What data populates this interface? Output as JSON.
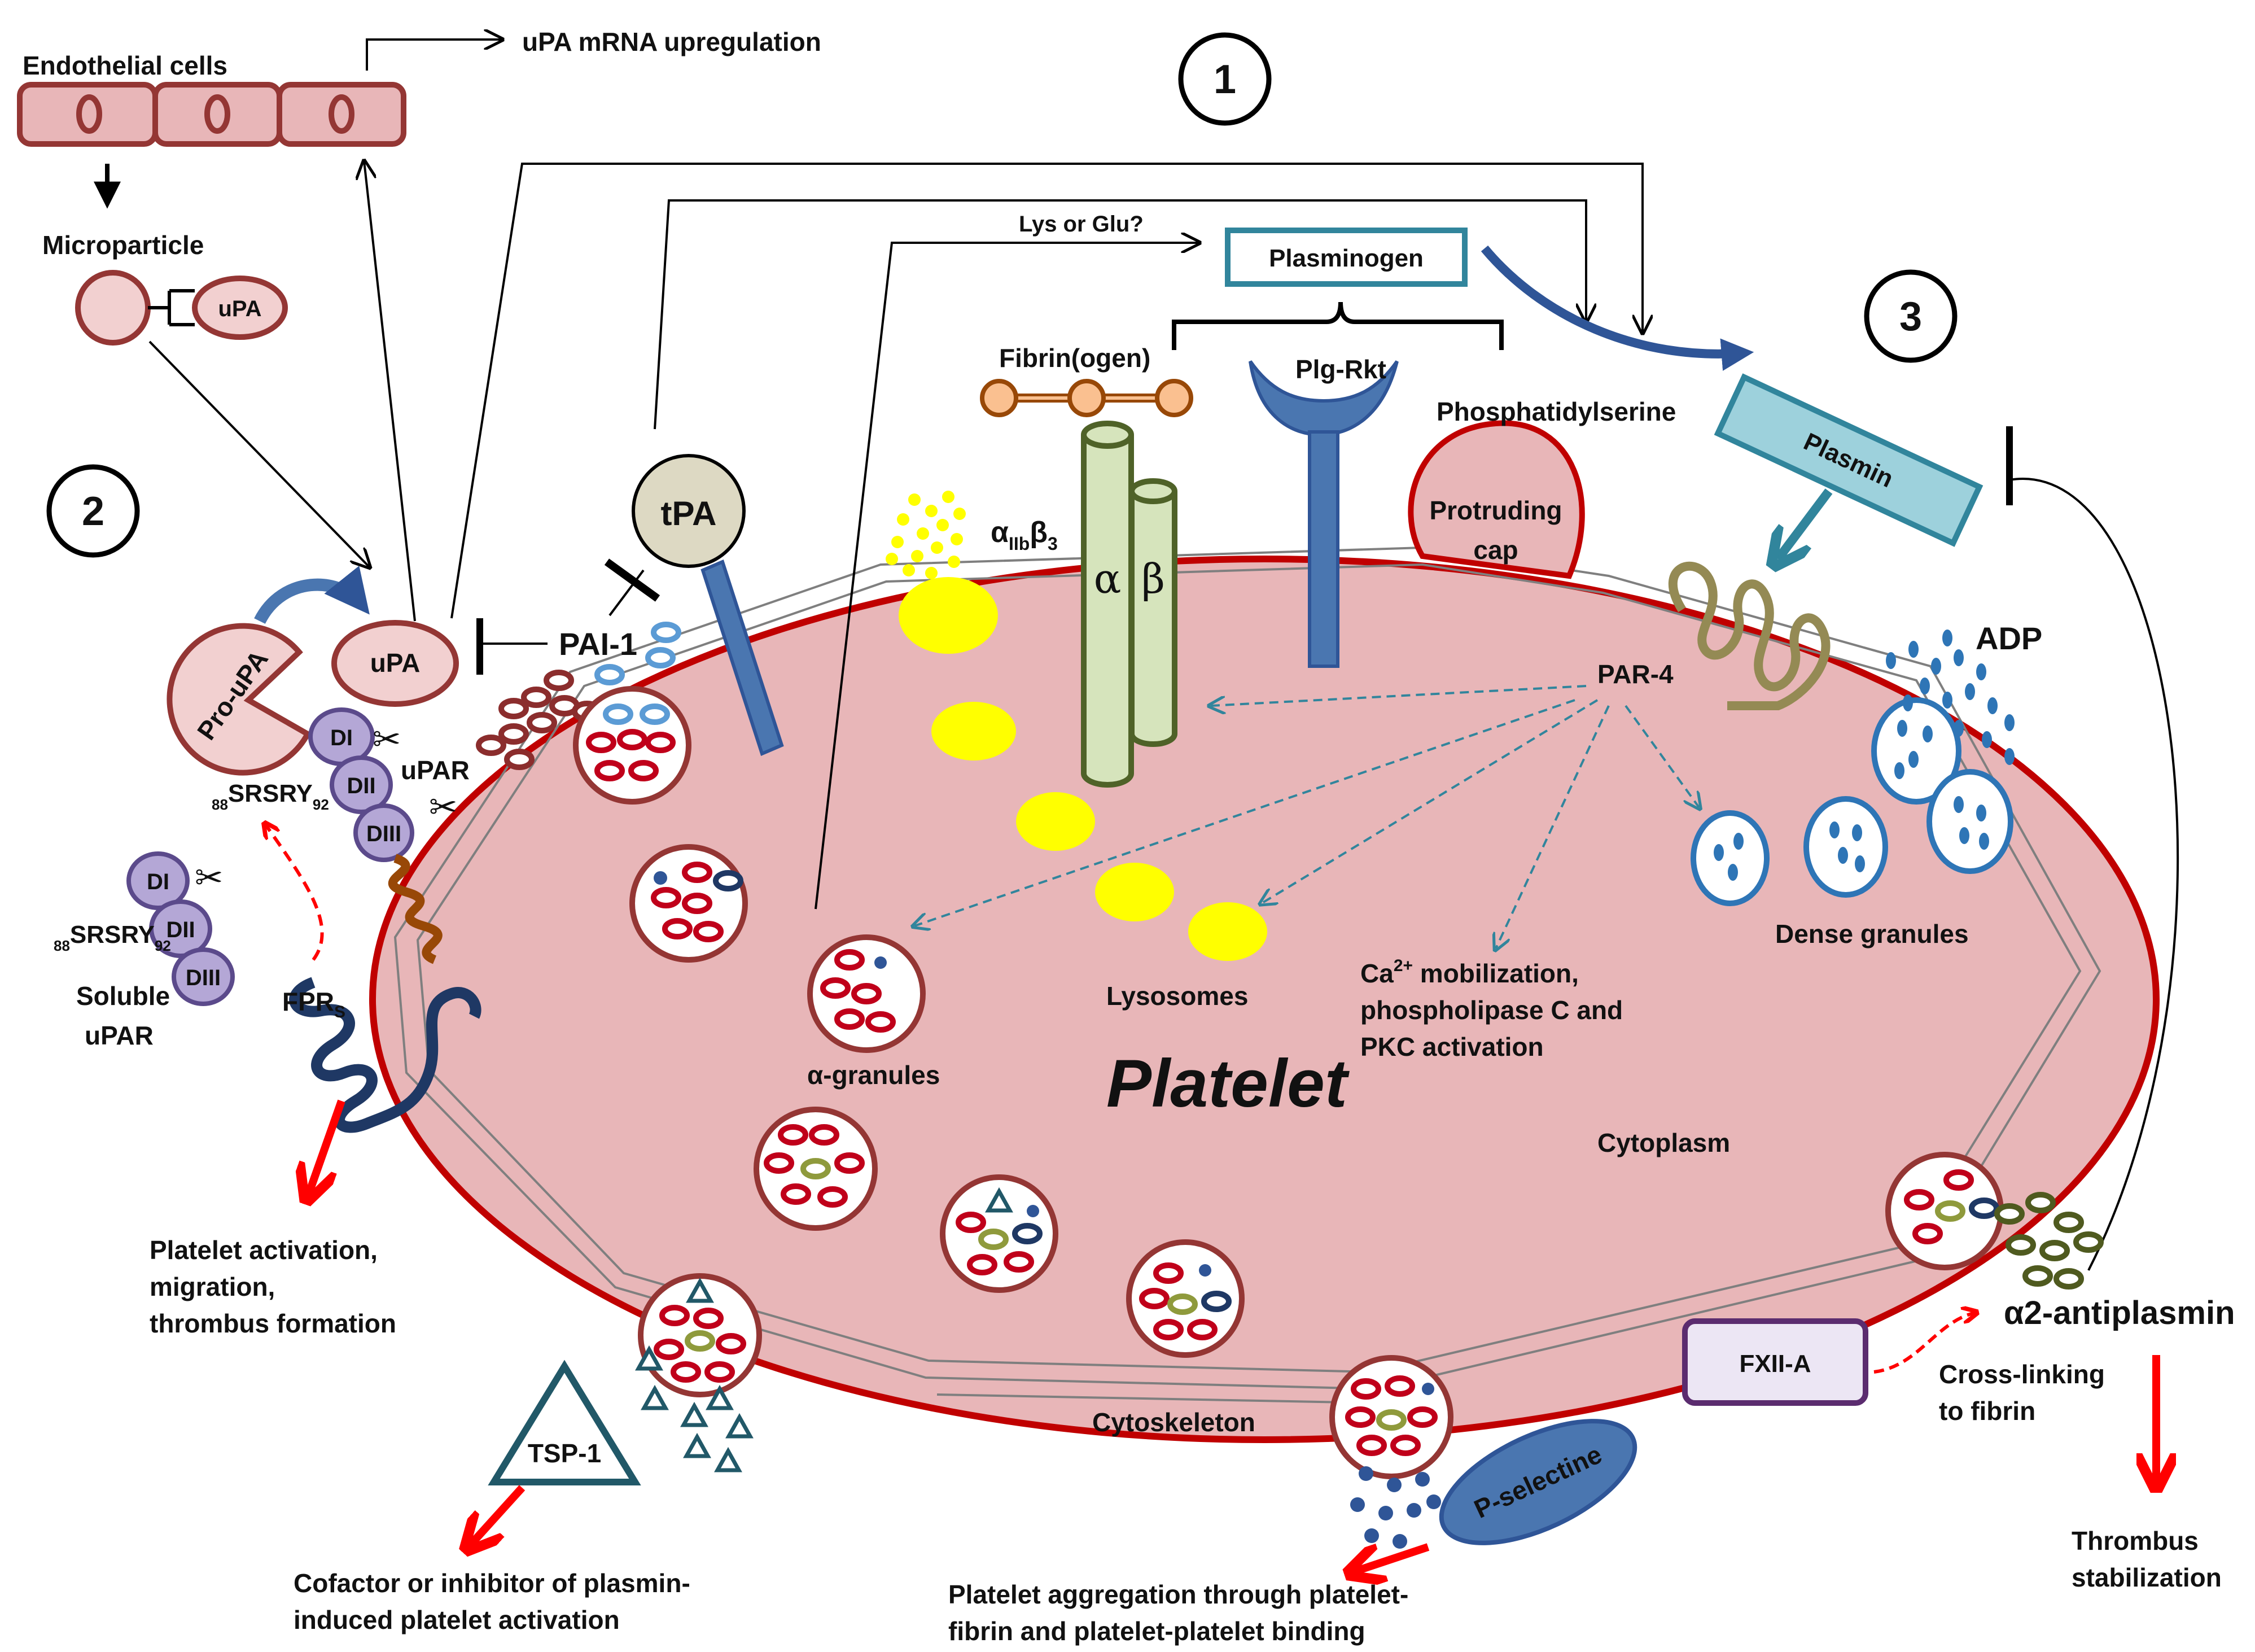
{
  "labels": {
    "endothelial": "Endothelial cells",
    "upa_mrna": "uPA mRNA upregulation",
    "microparticle": "Microparticle",
    "upa_mp": "uPA",
    "lys_glu": "Lys or Glu?",
    "plasminogen": "Plasminogen",
    "fibrinogen": "Fibrin(ogen)",
    "plg_rkt": "Plg-Rkt",
    "phosphatidylserine": "Phosphatidylserine",
    "protruding_cap_1": "Protruding",
    "protruding_cap_2": "cap",
    "plasmin": "Plasmin",
    "tpa": "tPA",
    "pai1": "PAI-1",
    "pro_upa": "Pro-uPA",
    "upa": "uPA",
    "upar": "uPAR",
    "di": "DI",
    "dii": "DII",
    "diii": "DIII",
    "srsry_a": "SRSRY",
    "srsry_a_pre": "88",
    "srsry_a_post": "92",
    "srsry_b": "SRSRY",
    "srsry_b_pre": "88",
    "srsry_b_post": "92",
    "soluble_1": "Soluble",
    "soluble_2": "uPAR",
    "fprs": "FPR",
    "fprs_sub": "S",
    "activation_1": "Platelet activation,",
    "activation_2": "migration,",
    "activation_3": "thrombus formation",
    "alpha_iib": "α",
    "alpha_iib_sub": "IIb",
    "beta3": "β",
    "beta3_sub": "3",
    "alpha": "α",
    "beta": "β",
    "par4": "PAR-4",
    "adp": "ADP",
    "dense_granules": "Dense granules",
    "lysosomes": "Lysosomes",
    "alpha_granules": "α-granules",
    "platelet": "Platelet",
    "ca_1": "Ca",
    "ca_sup": "2+",
    "ca_1b": " mobilization,",
    "ca_2": "phospholipase C and",
    "ca_3": "PKC activation",
    "cytoplasm": "Cytoplasm",
    "cytoskeleton": "Cytoskeleton",
    "tsp1": "TSP-1",
    "cofactor_1": "Cofactor or inhibitor of plasmin-",
    "cofactor_2": "induced platelet activation",
    "p_selectine": "P-selectine",
    "aggregation_1": "Platelet aggregation through platelet-",
    "aggregation_2": "fibrin and platelet-platelet binding",
    "fxiia": "FXII-A",
    "a2_antiplasmin": "α2-antiplasmin",
    "crosslink_1": "Cross-linking",
    "crosslink_2": "to fibrin",
    "thrombus_1": "Thrombus",
    "thrombus_2": "stabilization"
  },
  "numbers": {
    "one": "1",
    "two": "2",
    "three": "3"
  },
  "colors": {
    "platelet_fill": "#e8b6b8",
    "platelet_stroke": "#c00000",
    "granule_red": "#c0001a",
    "granule_blue": "#2e75b6",
    "yellow": "#ffff00",
    "integrin_green": "#d6e4bc",
    "integrin_stroke": "#4f6228",
    "plasmin_fill": "#9dd1dc",
    "fxiia_fill": "#ece6f4",
    "fxiia_stroke": "#5b2c6f",
    "red_arrow": "#ff0000",
    "receptor_blue": "#4a76b0",
    "purple_domain": "#b4a7d6"
  }
}
